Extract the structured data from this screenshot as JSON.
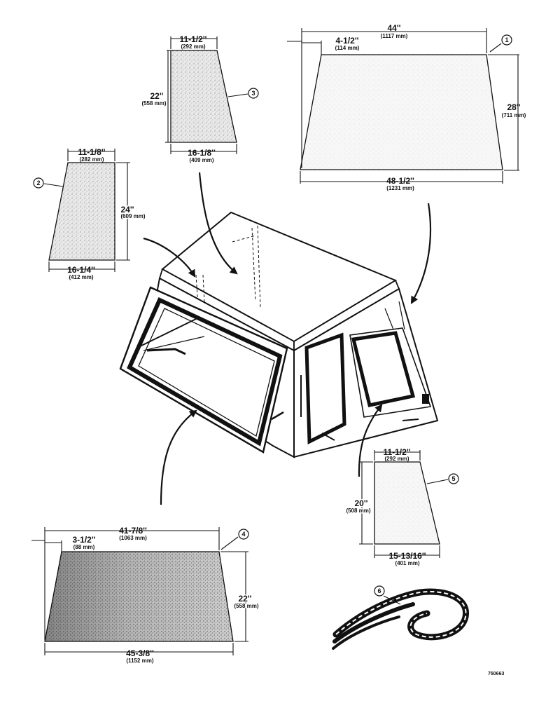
{
  "parts": [
    {
      "ref": "1",
      "top_dim": "44''",
      "top_mm": "(1117 mm)",
      "inset_dim": "4-1/2''",
      "inset_mm": "(114 mm)",
      "height_dim": "28''",
      "height_mm": "(711 mm)",
      "bottom_dim": "48-1/2''",
      "bottom_mm": "(1231 mm)"
    },
    {
      "ref": "2",
      "top_dim": "11-1/8''",
      "top_mm": "(282 mm)",
      "height_dim": "24''",
      "height_mm": "(609 mm)",
      "bottom_dim": "16-1/4''",
      "bottom_mm": "(412 mm)"
    },
    {
      "ref": "3",
      "top_dim": "11-1/2''",
      "top_mm": "(292 mm)",
      "height_dim": "22''",
      "height_mm": "(558 mm)",
      "bottom_dim": "16-1/8''",
      "bottom_mm": "(409 mm)"
    },
    {
      "ref": "4",
      "top_dim": "41-7/8''",
      "top_mm": "(1063 mm)",
      "inset_dim": "3-1/2''",
      "inset_mm": "(88 mm)",
      "height_dim": "22''",
      "height_mm": "(558 mm)",
      "bottom_dim": "45-3/8''",
      "bottom_mm": "(1152 mm)"
    },
    {
      "ref": "5",
      "top_dim": "11-1/2''",
      "top_mm": "(292 mm)",
      "height_dim": "20''",
      "height_mm": "(508 mm)",
      "bottom_dim": "15-13/16''",
      "bottom_mm": "(401 mm)"
    },
    {
      "ref": "6"
    }
  ],
  "drawing_code": "750663"
}
